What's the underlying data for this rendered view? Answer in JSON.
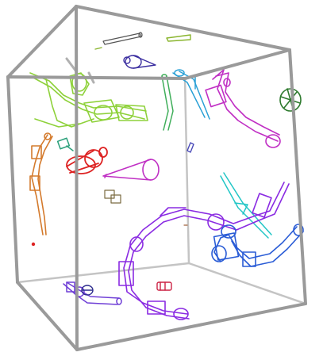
{
  "viewport": {
    "background": "#ffffff",
    "box_color": "#9a9a9a"
  },
  "objects": [
    {
      "id": "green",
      "color": "#8ed13a"
    },
    {
      "id": "orange",
      "color": "#d47a2c"
    },
    {
      "id": "red",
      "color": "#dd2222"
    },
    {
      "id": "magenta",
      "color": "#c02fc4"
    },
    {
      "id": "purple",
      "color": "#8a2be2"
    },
    {
      "id": "blue",
      "color": "#2a5cd6"
    },
    {
      "id": "cyan",
      "color": "#22c6c6"
    },
    {
      "id": "teal",
      "color": "#2aa07a"
    },
    {
      "id": "navy",
      "color": "#2b2b8c"
    },
    {
      "id": "gray",
      "color": "#808080"
    }
  ]
}
